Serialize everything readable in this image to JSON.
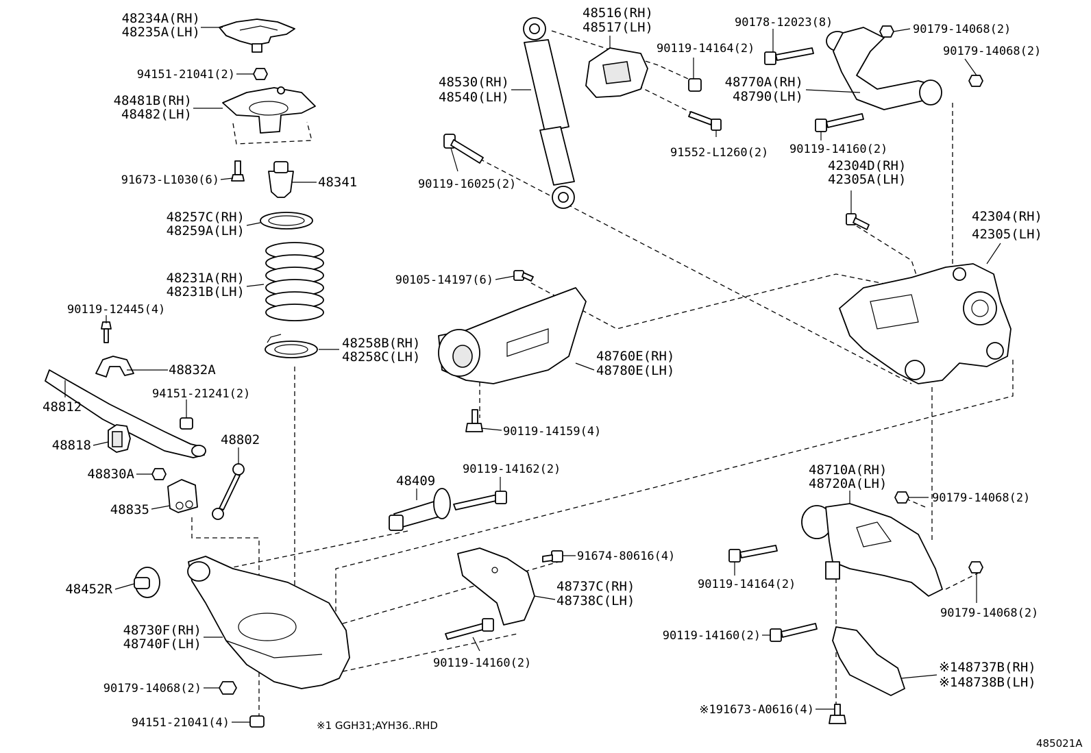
{
  "diagram_id": "485021A",
  "footnote": "※1 GGH31;AYH36..RHD",
  "labels": {
    "l1": [
      "48234A(RH)",
      "48235A(LH)"
    ],
    "l2": [
      "94151-21041(2)"
    ],
    "l3": [
      "48481B(RH)",
      "48482(LH)"
    ],
    "l4": [
      "91673-L1030(6)"
    ],
    "l5": [
      "48341"
    ],
    "l6": [
      "48257C(RH)",
      "48259A(LH)"
    ],
    "l7": [
      "48231A(RH)",
      "48231B(LH)"
    ],
    "l8": [
      "90119-12445(4)"
    ],
    "l9": [
      "48832A"
    ],
    "l10": [
      "48812"
    ],
    "l11": [
      "94151-21241(2)"
    ],
    "l12": [
      "48818"
    ],
    "l13": [
      "48802"
    ],
    "l14": [
      "48830A"
    ],
    "l15": [
      "48835"
    ],
    "l16": [
      "48258B(RH)",
      "48258C(LH)"
    ],
    "l17": [
      "48452R"
    ],
    "l18": [
      "48730F(RH)",
      "48740F(LH)"
    ],
    "l19": [
      "90179-14068(2)"
    ],
    "l20": [
      "94151-21041(4)"
    ],
    "l21": [
      "48530(RH)",
      "48540(LH)"
    ],
    "l22": [
      "48516(RH)",
      "48517(LH)"
    ],
    "l23": [
      "90119-14164(2)"
    ],
    "l24": [
      "91552-L1260(2)"
    ],
    "l25": [
      "90119-16025(2)"
    ],
    "l26": [
      "90105-14197(6)"
    ],
    "l27": [
      "48760E(RH)",
      "48780E(LH)"
    ],
    "l28": [
      "90119-14159(4)"
    ],
    "l29": [
      "48409"
    ],
    "l30": [
      "90119-14162(2)"
    ],
    "l31": [
      "91674-80616(4)"
    ],
    "l32": [
      "48737C(RH)",
      "48738C(LH)"
    ],
    "l33": [
      "90119-14160(2)"
    ],
    "l34": [
      "90178-12023(8)"
    ],
    "l35": [
      "90179-14068(2)"
    ],
    "l36": [
      "90179-14068(2)"
    ],
    "l37": [
      "48770A(RH)",
      "48790(LH)"
    ],
    "l38": [
      "90119-14160(2)"
    ],
    "l39": [
      "42304D(RH)",
      "42305A(LH)"
    ],
    "l40": [
      "42304(RH)",
      "42305(LH)"
    ],
    "l41": [
      "48710A(RH)",
      "48720A(LH)"
    ],
    "l42": [
      "90179-14068(2)"
    ],
    "l43": [
      "90119-14164(2)"
    ],
    "l44": [
      "90179-14068(2)"
    ],
    "l45": [
      "90119-14160(2)"
    ],
    "l46": [
      "※148737B(RH)",
      "※148738B(LH)"
    ],
    "l47": [
      "※191673-A0616(4)"
    ]
  }
}
